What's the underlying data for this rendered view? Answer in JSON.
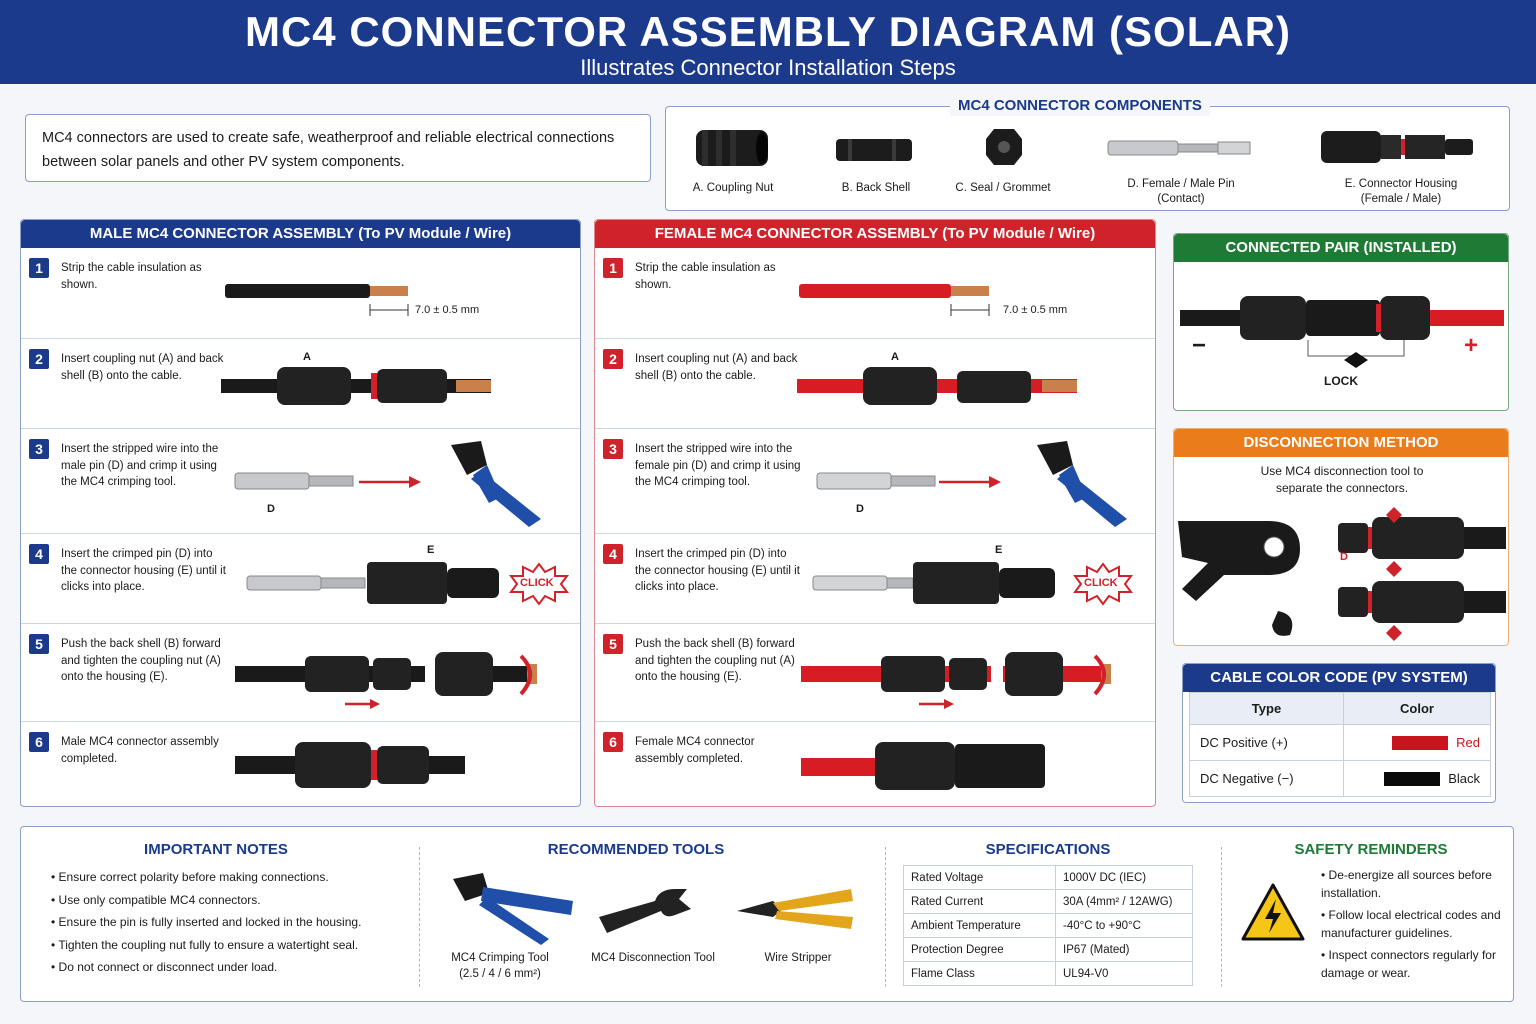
{
  "header": {
    "title": "MC4 CONNECTOR ASSEMBLY DIAGRAM (SOLAR)",
    "subtitle": "Illustrates Connector Installation Steps"
  },
  "intro": {
    "text": "MC4 connectors are used to create safe, weatherproof and reliable electrical connections between solar panels and other PV system components."
  },
  "components": {
    "title": "MC4 CONNECTOR COMPONENTS",
    "items": [
      "A. Coupling Nut",
      "B. Back Shell",
      "C. Seal / Grommet",
      "D. Female / Male Pin",
      "(Contact)",
      "E. Connector Housing",
      "(Female / Male)"
    ]
  },
  "male": {
    "title": "MALE MC4 CONNECTOR ASSEMBLY (To PV Module / Wire)",
    "steps": [
      "Strip the cable insulation as shown.",
      "Insert coupling nut (A) and back shell (B) onto the cable.",
      "Insert the stripped wire into the male pin (D) and crimp it using the MC4 crimping tool.",
      "Insert the crimped pin (D) into the connector housing (E) until it clicks into place.",
      "Push the back shell (B) forward and tighten the coupling nut (A) onto the housing (E).",
      "Male MC4 connector assembly completed."
    ]
  },
  "female": {
    "title": "FEMALE MC4 CONNECTOR ASSEMBLY (To PV Module / Wire)",
    "steps": [
      "Strip the cable insulation as shown.",
      "Insert coupling nut (A) and back shell (B) onto the cable.",
      "Insert the stripped wire into the female pin (D) and crimp it using the MC4 crimping tool.",
      "Insert the crimped pin (D) into the connector housing (E) until it clicks into place.",
      "Push the back shell (B) forward and tighten the coupling nut (A) onto the housing (E).",
      "Female MC4 connector assembly completed."
    ]
  },
  "step_numbers": [
    "1",
    "2",
    "3",
    "4",
    "5",
    "6"
  ],
  "labels": {
    "strip_length": "7.0 ± 0.5 mm",
    "a": "A",
    "d": "D",
    "e": "E",
    "click": "CLICK",
    "lock": "LOCK",
    "minus": "−",
    "plus": "+"
  },
  "connected": {
    "title": "CONNECTED PAIR (INSTALLED)"
  },
  "disconnect": {
    "title": "DISCONNECTION METHOD",
    "text": "Use MC4 disconnection tool to separate the connectors."
  },
  "color_code": {
    "title": "CABLE COLOR CODE (PV SYSTEM)",
    "headers": [
      "Type",
      "Color"
    ],
    "rows": [
      {
        "type": "DC Positive (+)",
        "color": "Red",
        "swatch": "#c8141c"
      },
      {
        "type": "DC Negative (−)",
        "color": "Black",
        "swatch": "#0a0a0a"
      }
    ]
  },
  "notes": {
    "title": "IMPORTANT NOTES",
    "items": [
      "Ensure correct polarity before making connections.",
      "Use only compatible MC4 connectors.",
      "Ensure the pin is fully inserted and locked in the housing.",
      "Tighten the coupling nut fully to ensure a watertight seal.",
      "Do not connect or disconnect under load."
    ]
  },
  "tools": {
    "title": "RECOMMENDED TOOLS",
    "items": [
      "MC4 Crimping Tool",
      "(2.5 / 4 / 6 mm²)",
      "MC4 Disconnection Tool",
      "Wire Stripper"
    ]
  },
  "specs": {
    "title": "SPECIFICATIONS",
    "rows": [
      [
        "Rated Voltage",
        "1000V DC (IEC)"
      ],
      [
        "Rated Current",
        "30A (4mm² / 12AWG)"
      ],
      [
        "Ambient Temperature",
        "-40°C to +90°C"
      ],
      [
        "Protection Degree",
        "IP67 (Mated)"
      ],
      [
        "Flame Class",
        "UL94-V0"
      ]
    ]
  },
  "safety": {
    "title": "SAFETY REMINDERS",
    "items": [
      "De-energize all sources before installation.",
      "Follow local electrical codes and manufacturer guidelines.",
      "Inspect connectors regularly for damage or wear."
    ]
  },
  "colors": {
    "navy": "#1b3a8c",
    "red": "#d0222a",
    "green": "#1f7a36",
    "orange": "#ea7d1a",
    "cable_red": "#d81c24",
    "cable_black": "#1a1a1a"
  }
}
